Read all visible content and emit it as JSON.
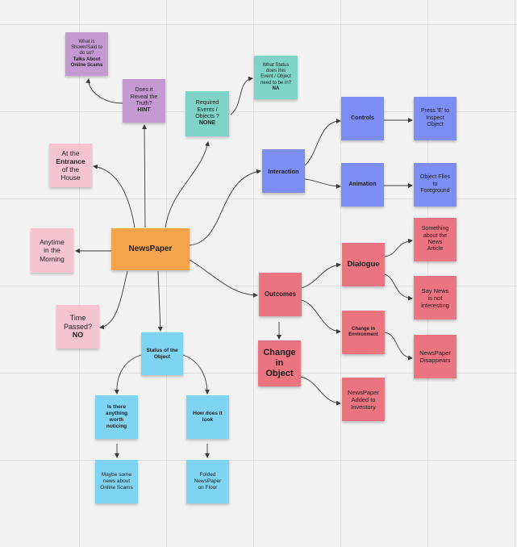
{
  "diagram": {
    "nodes": {
      "newspaper": {
        "text": "NewsPaper",
        "color": "#f4a34c"
      },
      "what_shown": {
        "text": "What is\nShown/Said to\ndo so?",
        "bold": "Talks About\nOnline Scams",
        "color": "#c59ad3"
      },
      "reveal_truth": {
        "text": "Does it\nReveal the\nTruth?",
        "bold": "HINT",
        "color": "#c59ad3"
      },
      "required_events": {
        "text": "Required\nEvents /\nObjects ?",
        "bold": "NONE",
        "color": "#7fd4c8"
      },
      "what_status": {
        "text": "What Status\ndoes this\nEvent / Object\nneed to be in?",
        "bold": "NA",
        "color": "#7fd4c8"
      },
      "entrance": {
        "text": "At the",
        "bold": "Entrance",
        "text2": "of the\nHouse",
        "color": "#f6c4d1"
      },
      "anytime": {
        "text": "Anytime\nin the\nMorning",
        "color": "#f6c4d1"
      },
      "time_passed": {
        "text": "Time\nPassed?",
        "bold": "NO",
        "color": "#f6c4d1"
      },
      "interaction": {
        "text": "Interaction",
        "color": "#7c8ef4"
      },
      "controls": {
        "text": "Controls",
        "color": "#7c8ef4"
      },
      "animation": {
        "text": "Animation",
        "color": "#7c8ef4"
      },
      "press_e": {
        "text": "Press 'E' to\nInspect\nObject",
        "color": "#7c8ef4"
      },
      "object_flies": {
        "text": "Object Flies\nto\nForeground",
        "color": "#7c8ef4"
      },
      "outcomes": {
        "text": "Outcomes",
        "color": "#ea7480"
      },
      "dialogue": {
        "text": "Dialogue",
        "color": "#ea7480"
      },
      "something_news": {
        "text": "Something\nabout the\nNews\nArticle",
        "color": "#ea7480"
      },
      "say_news": {
        "text": "Say News\nis not\ninteresting",
        "color": "#ea7480"
      },
      "change_env": {
        "text": "Change in\nEnvironment",
        "color": "#ea7480"
      },
      "newspaper_disappears": {
        "text": "NewsPaper\nDisappears",
        "color": "#ea7480"
      },
      "change_object": {
        "text": "Change\nin\nObject",
        "color": "#ea7480"
      },
      "added_inventory": {
        "text": "NewsPaper\nAdded to\nInventory",
        "color": "#ea7480"
      },
      "status_object": {
        "text": "Status of the\nObject",
        "color": "#7fd3f3"
      },
      "anything_worth": {
        "text": "Is there\nanything\nworth\nnoticing",
        "color": "#7fd3f3"
      },
      "how_look": {
        "text": "How does it\nlook",
        "color": "#7fd3f3"
      },
      "maybe_news": {
        "text": "Maybe some\nnews about\nOnline Scams",
        "color": "#7fd3f3"
      },
      "folded": {
        "text": "Folded\nNewsPaper\non Floor",
        "color": "#7fd3f3"
      }
    }
  }
}
